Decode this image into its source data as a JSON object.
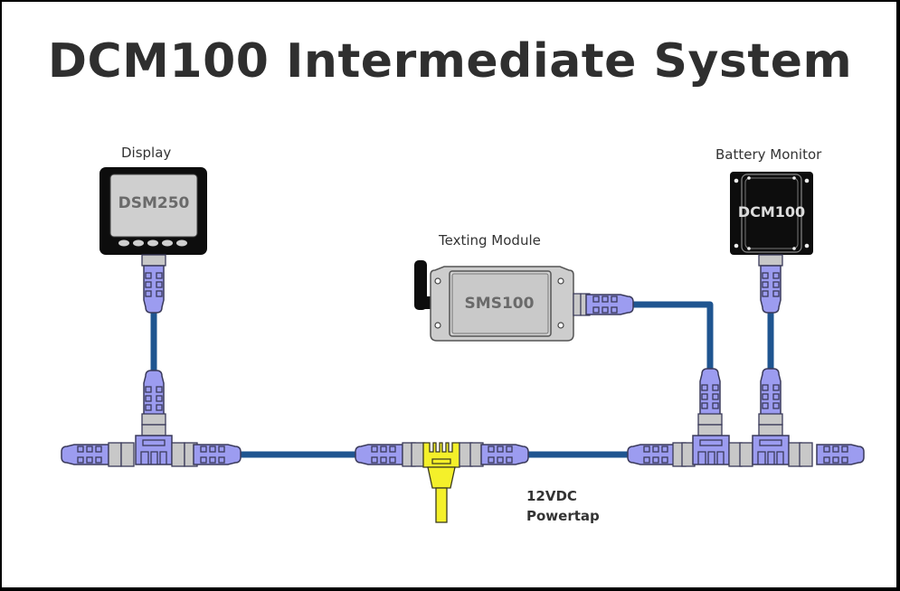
{
  "title": "DCM100 Intermediate System",
  "devices": {
    "display": {
      "caption": "Display",
      "model": "DSM250"
    },
    "texting": {
      "caption": "Texting Module",
      "model": "SMS100"
    },
    "battery": {
      "caption": "Battery Monitor",
      "model": "DCM100"
    }
  },
  "powertap": {
    "line1": "12VDC",
    "line2": "Powertap"
  },
  "colors": {
    "cable": "#1f5590",
    "connector": "#9c9cf0",
    "connector_outline": "#3a3a5a",
    "coupler": "#c8c8c8",
    "powertap": "#f4f02a",
    "device_dark": "#0d0d0d",
    "device_screen": "#cfcfcf",
    "device_text": "#6a6a6a"
  }
}
